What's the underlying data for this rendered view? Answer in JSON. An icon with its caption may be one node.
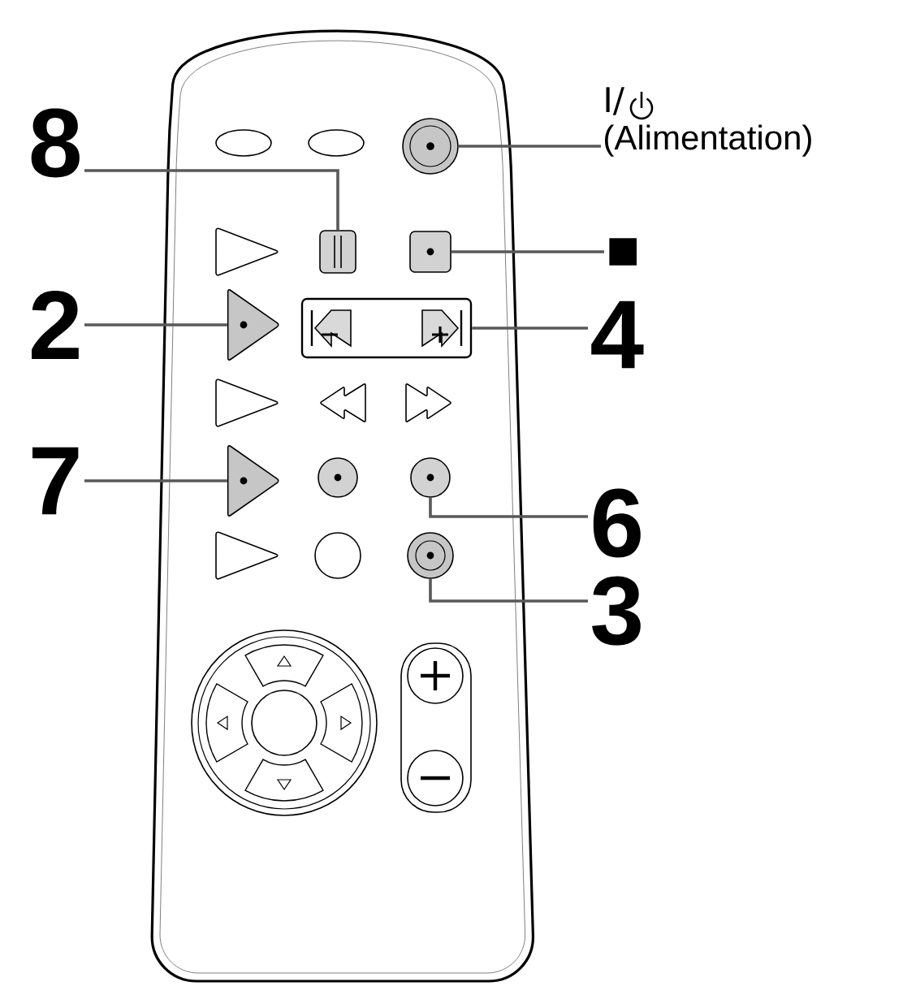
{
  "diagram": {
    "nodes": [
      {
        "text": [
          "I/",
          "(Alimentation)"
        ]
      },
      {
        "text": [
          "8"
        ]
      },
      {
        "text": [
          "■"
        ]
      },
      {
        "text": [
          "2"
        ]
      },
      {
        "text": [
          "4"
        ]
      },
      {
        "text": [
          "7"
        ]
      },
      {
        "text": [
          "6"
        ]
      },
      {
        "text": [
          "3"
        ]
      },
      {
        "text": [],
        "shape": "circle"
      },
      {
        "text": [],
        "shape": "box"
      },
      {
        "text": [],
        "shape": "box"
      },
      {
        "text": [],
        "shape": "triangle"
      },
      {
        "text": [],
        "shape": "box"
      },
      {
        "text": [],
        "shape": "triangle"
      },
      {
        "text": [],
        "shape": "circle"
      },
      {
        "text": [],
        "shape": "circle"
      }
    ],
    "edges": [
      {
        "from": 0,
        "to": 8,
        "arrow": "none"
      },
      {
        "from": 1,
        "to": 9,
        "arrow": "none"
      },
      {
        "from": 2,
        "to": 10,
        "arrow": "none"
      },
      {
        "from": 3,
        "to": 11,
        "arrow": "none"
      },
      {
        "from": 4,
        "to": 12,
        "arrow": "none"
      },
      {
        "from": 5,
        "to": 13,
        "arrow": "none"
      },
      {
        "from": 6,
        "to": 14,
        "arrow": "none"
      },
      {
        "from": 7,
        "to": 15,
        "arrow": "none"
      }
    ]
  }
}
